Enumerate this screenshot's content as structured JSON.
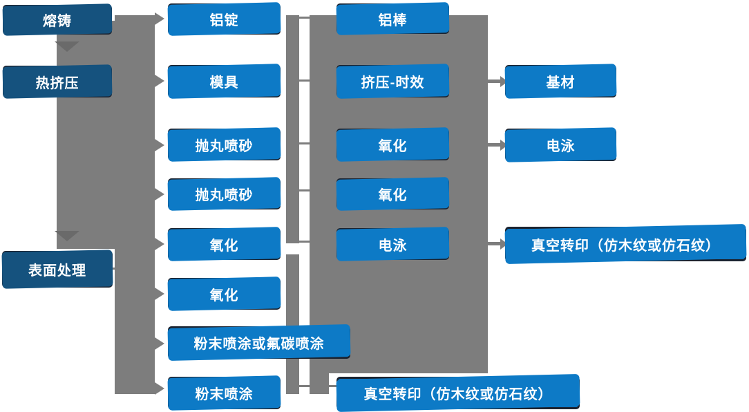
{
  "diagram": {
    "kind": "aluminium-profile-production-flowchart",
    "columns": {
      "stages": [
        "熔铸",
        "热挤压",
        "表面处理"
      ],
      "process_a": [
        "铝锭",
        "模具",
        "抛丸喷砂",
        "抛丸喷砂",
        "氧化",
        "氧化",
        "粉末喷涂或氟碳喷涂",
        "粉末喷涂"
      ],
      "process_b": [
        "铝棒",
        "挤压-时效",
        "氧化",
        "氧化",
        "电泳",
        "真空转印（仿木纹或仿石纹）"
      ],
      "outputs": [
        "基材",
        "电泳",
        "真空转印（仿木纹或仿石纹）"
      ]
    },
    "edges": [
      "熔铸 → 热挤压",
      "热挤压 → 表面处理",
      "主流程干线 → 铝锭",
      "主流程干线 → 模具",
      "主流程干线 → 抛丸喷砂",
      "主流程干线 → 抛丸喷砂",
      "主流程干线 → 氧化",
      "主流程干线 → 氧化",
      "主流程干线 → 粉末喷涂或氟碳喷涂",
      "主流程干线 → 粉末喷涂",
      "挤压-时效 → 基材",
      "氧化 → 电泳",
      "电泳 → 真空转印（仿木纹或仿石纹）",
      "粉末喷涂 → 真空转印（仿木纹或仿石纹）"
    ],
    "colors": {
      "stage_fill": "#134a73",
      "process_fill": "#0b72bd",
      "box_border": "#1b2330",
      "connector_gray": "#7d7d7d",
      "arrow_dark_gray": "#6a6a6a",
      "text": "#ffffff",
      "background": "#ffffff"
    }
  }
}
